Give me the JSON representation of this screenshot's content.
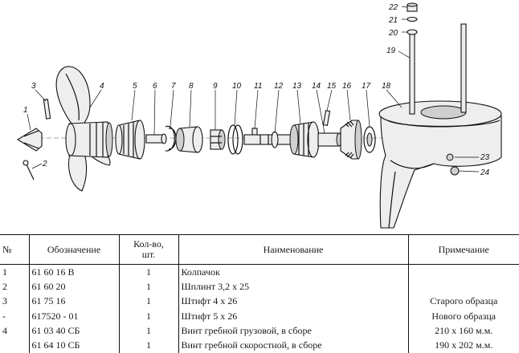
{
  "callouts": [
    "1",
    "2",
    "3",
    "4",
    "5",
    "6",
    "7",
    "8",
    "9",
    "10",
    "11",
    "12",
    "13",
    "14",
    "15",
    "16",
    "17",
    "18",
    "19",
    "20",
    "21",
    "22",
    "23",
    "24"
  ],
  "table": {
    "headers": {
      "no": "№",
      "code": "Обозначение",
      "qty_line1": "Кол-во,",
      "qty_line2": "шт.",
      "name": "Наименование",
      "note": "Примечание"
    },
    "rows": [
      {
        "no": "1",
        "code": "61 60 16 В",
        "qty": "1",
        "name": "Колпачок",
        "note": ""
      },
      {
        "no": "2",
        "code": "61 60 20",
        "qty": "1",
        "name": "Шплинт 3,2 х 25",
        "note": ""
      },
      {
        "no": "3",
        "code": "61 75 16",
        "qty": "1",
        "name": "Штифт 4 х 26",
        "note": "Старого образца"
      },
      {
        "no": "-",
        "code": "617520 - 01",
        "qty": "1",
        "name": "Штифт 5 х 26",
        "note": "Нового образца"
      },
      {
        "no": "4",
        "code": "61 03 40 СБ",
        "qty": "1",
        "name": "Винт гребной грузовой, в сборе",
        "note": "210 х 160 м.м."
      },
      {
        "no": "",
        "code": "61 64 10 СБ",
        "qty": "1",
        "name": "Винт гребной скоростной, в сборе",
        "note": "190 х 202 м.м."
      }
    ]
  }
}
